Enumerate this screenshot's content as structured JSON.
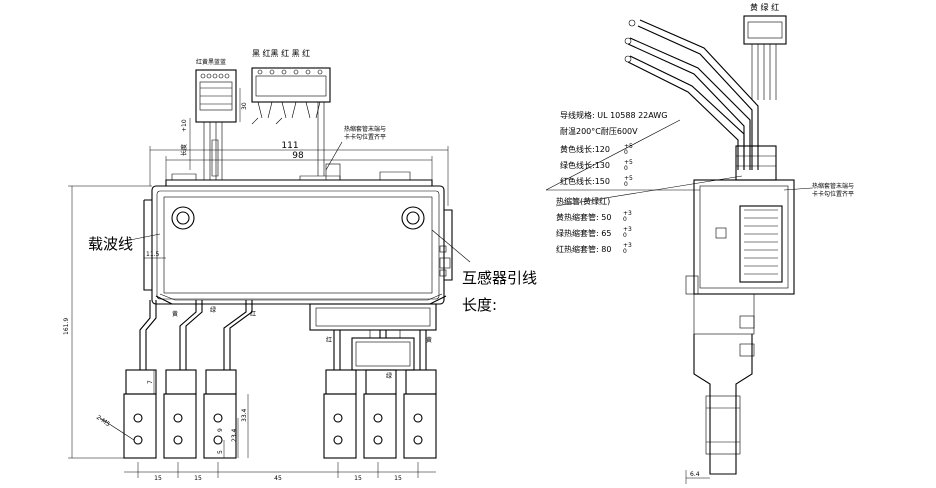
{
  "left_view": {
    "labels": {
      "carrier_line": "载波线",
      "transformer_lead": "互感器引线",
      "length": "长度:",
      "heat_shrink_note_1": "热缩套管末端与",
      "heat_shrink_note_2": "卡卡勾位置齐平",
      "connector_colors_small": "红黄黑蓝蓝",
      "connector_colors_large": "黑 红黑 红 黑 红",
      "lead_yellow": "黄",
      "lead_green": "绿",
      "lead_red": "红",
      "rlead_red": "红",
      "rlead_green": "绿",
      "rlead_yellow": "黄",
      "tolerance_mark": "+10",
      "length_mark": "长度"
    },
    "dimensions": {
      "d111": "111",
      "d98": "98",
      "d11_5": "11.5",
      "d30": "30",
      "d161_9": "161.9",
      "d7": "7",
      "d9": "9",
      "d23_4": "23.4",
      "d33_4": "33.4",
      "d5": "5",
      "d2m5": "2-M5",
      "bottom_15a": "15",
      "bottom_15b": "15",
      "bottom_45": "45",
      "bottom_15c": "15",
      "bottom_15d": "15"
    }
  },
  "right_view": {
    "labels": {
      "top_colors": "黄 绿 红",
      "wire_spec": "导线规格: UL 10588 22AWG",
      "temp_rating": "耐温200°C耐压600V",
      "yellow_len": "黄色线长:120",
      "green_len": "绿色线长:130",
      "red_len": "红色线长:150",
      "heat_tube": "热缩管(黄绿红)",
      "yellow_tube": "黄热缩套管: 50",
      "green_tube": "绿热缩套管: 65",
      "red_tube": "红热缩套管: 80",
      "tol_plus5": "+5",
      "tol_0": "0",
      "tol_plus3": "+3",
      "note_1": "热缩套管末端与",
      "note_2": "卡卡勾位置齐平",
      "d6_4": "6.4"
    }
  }
}
